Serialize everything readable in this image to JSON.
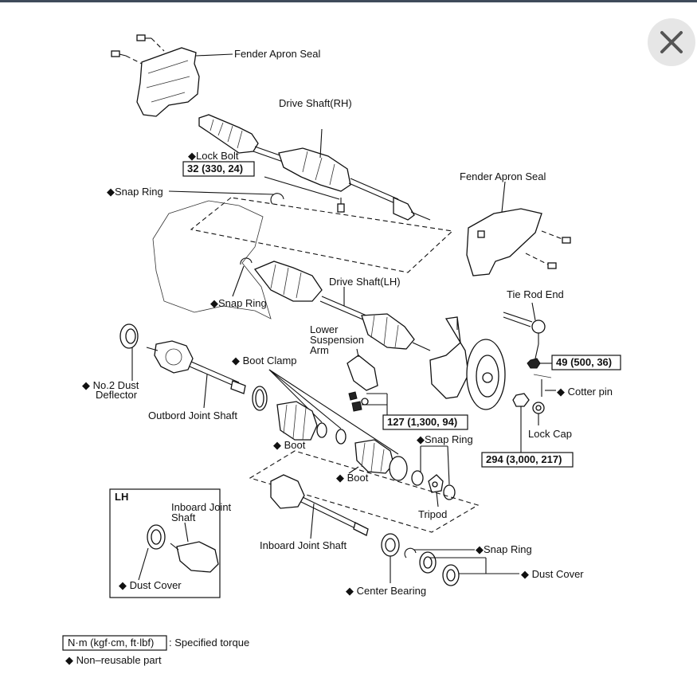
{
  "labels": {
    "fender_apron_seal_top": "Fender Apron Seal",
    "drive_shaft_rh": "Drive Shaft(RH)",
    "lock_bolt": "◆Lock Bolt",
    "torque_lock_bolt": "32 (330, 24)",
    "snap_ring_1": "◆Snap Ring",
    "fender_apron_seal_right": "Fender Apron Seal",
    "snap_ring_2": "◆Snap Ring",
    "drive_shaft_lh": "Drive Shaft(LH)",
    "tie_rod_end": "Tie Rod End",
    "lower_suspension_arm_1": "Lower",
    "lower_suspension_arm_2": "Suspension",
    "lower_suspension_arm_3": "Arm",
    "no2_dust_deflector_1": "◆ No.2 Dust",
    "no2_dust_deflector_2": "Deflector",
    "boot_clamp": "◆ Boot Clamp",
    "outbord_joint_shaft": "Outbord Joint Shaft",
    "torque_tie_rod": "49 (500, 36)",
    "cotter_pin": "◆ Cotter pin",
    "torque_suspension": "127 (1,300, 94)",
    "boot_1": "◆ Boot",
    "snap_ring_3": "◆Snap Ring",
    "lock_cap": "Lock Cap",
    "torque_hub_nut": "294 (3,000, 217)",
    "boot_2": "◆ Boot",
    "lh_title": "LH",
    "inboard_joint_shaft_lh_1": "Inboard Joint",
    "inboard_joint_shaft_lh_2": "Shaft",
    "dust_cover_lh": "◆ Dust Cover",
    "tripod": "Tripod",
    "inboard_joint_shaft": "Inboard Joint Shaft",
    "snap_ring_4": "◆Snap Ring",
    "dust_cover": "◆ Dust Cover",
    "center_bearing": "◆ Center Bearing"
  },
  "legend": {
    "torque_units": "N·m (kgf·cm, ft·lbf)",
    "torque_desc": ": Specified torque",
    "non_reusable": "◆ Non–reusable part"
  },
  "close_icon": "close-icon",
  "colors": {
    "topbar": "#3f4b5a",
    "close_bg": "#e6e6e6",
    "close_x": "#555555"
  }
}
